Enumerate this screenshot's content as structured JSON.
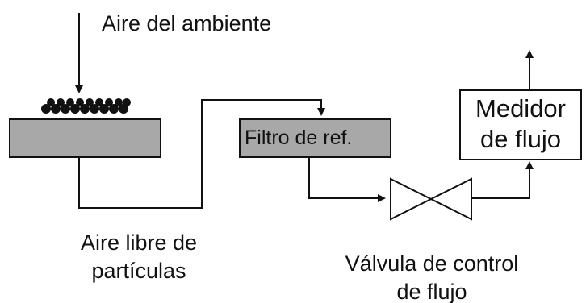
{
  "colors": {
    "line": "#111111",
    "box_gray": "#a8a8a8",
    "background": "#ffffff"
  },
  "labels": {
    "ambient_air": "Aire del ambiente",
    "particle_free_line1": "Aire libre de",
    "particle_free_line2": "partículas",
    "reference_filter": "Filtro de ref.",
    "flow_meter_line1": "Medidor",
    "flow_meter_line2": "de flujo",
    "control_valve_line1": "Válvula de control",
    "control_valve_line2": "de flujo"
  }
}
